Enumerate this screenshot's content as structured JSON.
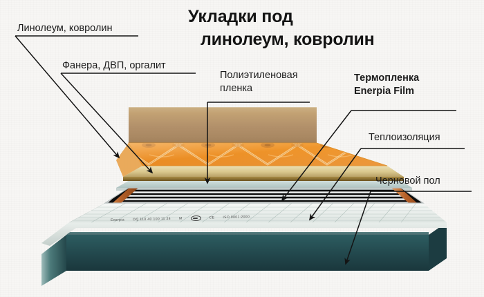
{
  "title": {
    "line1": "Укладки под",
    "line2": "линолеум, ковролин"
  },
  "labels": {
    "linoleum": {
      "text": "Линолеум, ковролин"
    },
    "plywood": {
      "text": "Фанера, ДВП, оргалит"
    },
    "polyethylene": {
      "line1": "Полиэтиленовая",
      "line2": "пленка"
    },
    "thermofilm": {
      "line1": "Термопленка",
      "line2": "Enerpia Film",
      "bold": true
    },
    "insulation": {
      "text": "Теплоизоляция"
    },
    "subfloor": {
      "text": "Черновой пол"
    }
  },
  "film_print": {
    "brand": "Enerpia",
    "code": "OQ 110 40 100 11 24",
    "mark": "M",
    "ce": "CE",
    "iso": "ISO 9001:2000"
  },
  "colors": {
    "background": "#f7f6f4",
    "text": "#1b1b1b",
    "title": "#141414",
    "leader": "#1a1a1a",
    "linoleum": "#f0962c",
    "plywood": "#decd96",
    "polyethylene": "#c6d6d4",
    "heating_film": "#e6e9e9",
    "copper_busbar": "#b9642a",
    "insulation_foil": "#eef1ef",
    "subfloor_teal": "#22474c",
    "back_panel": "#b2906a"
  },
  "layers": [
    {
      "name": "Линолеум, ковролин",
      "order": 1
    },
    {
      "name": "Фанера, ДВП, оргалит",
      "order": 2
    },
    {
      "name": "Полиэтиленовая пленка",
      "order": 3
    },
    {
      "name": "Термопленка Enerpia Film",
      "order": 4
    },
    {
      "name": "Теплоизоляция",
      "order": 5
    },
    {
      "name": "Черновой пол",
      "order": 6
    }
  ]
}
